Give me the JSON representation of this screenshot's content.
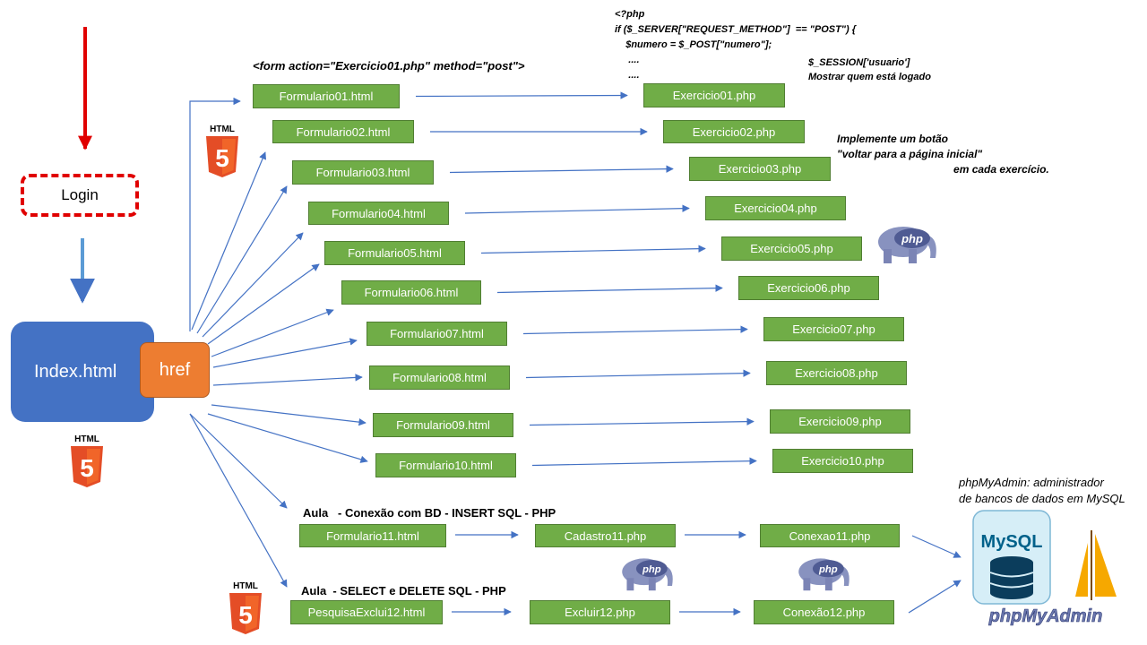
{
  "login": {
    "label": "Login"
  },
  "index": {
    "label": "Index.html",
    "href_label": "href"
  },
  "form_tag": "<form action=\"Exercicio01.php\" method=\"post\">",
  "php_code": "<?php\nif ($_SERVER[\"REQUEST_METHOD\"]  == \"POST\") {\n    $numero = $_POST[\"numero\"];\n     ....\n     ....",
  "session_note": "$_SESSION['usuario']\nMostrar quem está logado",
  "implement_note": "Implemente um botão\n\"voltar para a página inicial\"\n                                       em cada exercício.",
  "html5_text": "HTML",
  "html5_number": "5",
  "php_logo_text": "php",
  "formularios": [
    "Formulario01.html",
    "Formulario02.html",
    "Formulario03.html",
    "Formulario04.html",
    "Formulario05.html",
    "Formulario06.html",
    "Formulario07.html",
    "Formulario08.html",
    "Formulario09.html",
    "Formulario10.html"
  ],
  "exercicios": [
    "Exercicio01.php",
    "Exercicio02.php",
    "Exercicio03.php",
    "Exercicio04.php",
    "Exercicio05.php",
    "Exercicio06.php",
    "Exercicio07.php",
    "Exercicio08.php",
    "Exercicio09.php",
    "Exercicio10.php"
  ],
  "aula1": {
    "title": "Aula   - Conexão com BD - INSERT SQL - PHP",
    "form": "Formulario11.html",
    "cadastro": "Cadastro11.php",
    "conexao": "Conexao11.php"
  },
  "aula2": {
    "title": "Aula  - SELECT e DELETE SQL - PHP",
    "form": "PesquisaExclui12.html",
    "excluir": "Excluir12.php",
    "conexao": "Conexão12.php"
  },
  "phpmyadmin": {
    "caption": "phpMyAdmin: administrador\nde bancos de dados em MySQL",
    "mysql_text": "MySQL",
    "logo_text": "phpMyAdmin"
  },
  "colors": {
    "node_fill": "#70ad47",
    "index_fill": "#4472c4",
    "href_fill": "#ed7d31",
    "login_border": "#e00000",
    "arrow_blue": "#4472c4",
    "html5_orange": "#e44d26"
  }
}
